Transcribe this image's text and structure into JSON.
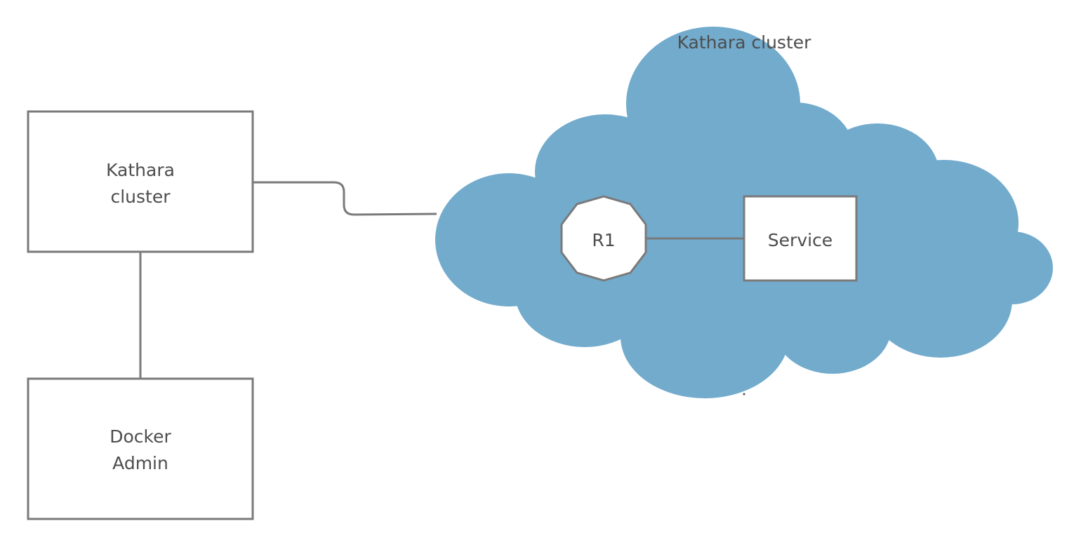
{
  "nodes": {
    "kathara_box": {
      "line1": "Kathara",
      "line2": "cluster"
    },
    "docker_box": {
      "line1": "Docker",
      "line2": "Admin"
    },
    "cloud": {
      "label": "Kathara cluster"
    },
    "router": {
      "label": "R1"
    },
    "service": {
      "label": "Service"
    }
  },
  "edges": [
    {
      "from": "kathara_box",
      "to": "docker_box"
    },
    {
      "from": "kathara_box",
      "to": "cloud"
    },
    {
      "from": "router",
      "to": "service"
    }
  ],
  "colors": {
    "cloud_fill": "#73abcd",
    "stroke": "#7a7a7a",
    "text": "#4d4d4d"
  }
}
